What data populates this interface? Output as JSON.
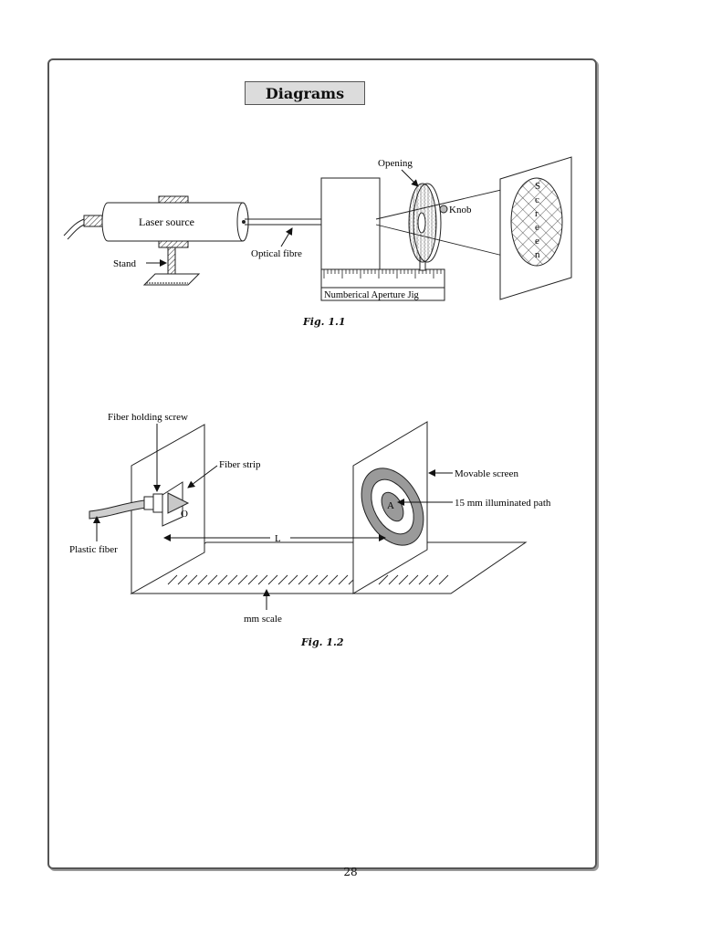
{
  "title": "Diagrams",
  "fig1": {
    "caption": "Fig. 1.1",
    "laser_label": "Laser source",
    "stand_label": "Stand",
    "fibre_label": "Optical fibre",
    "opening_label": "Opening",
    "knob_label": "Knob",
    "jig_label": "Numberical Aperture Jig",
    "screen_letters": [
      "S",
      "c",
      "r",
      "e",
      "e",
      "n"
    ]
  },
  "fig2": {
    "caption": "Fig. 1.2",
    "holding_screw_label": "Fiber holding screw",
    "fiber_strip_label": "Fiber strip",
    "plastic_fiber_label": "Plastic fiber",
    "o_label": "O",
    "l_label": "L",
    "movable_screen_label": "Movable screen",
    "a_label": "A",
    "illuminated_label": "15 mm illuminated path",
    "mm_scale_label": "mm scale"
  },
  "page_number": "28"
}
